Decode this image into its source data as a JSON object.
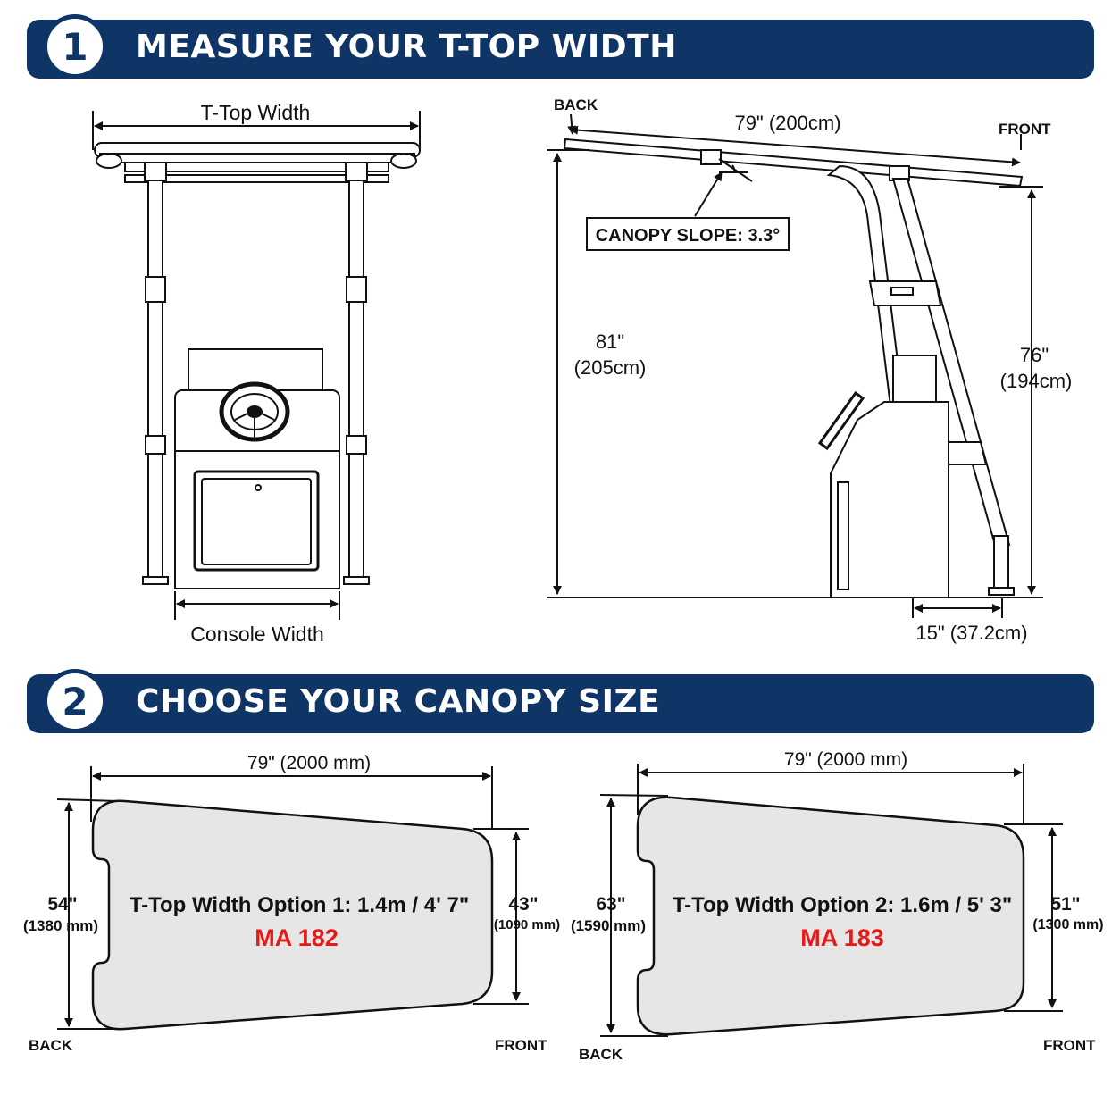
{
  "section1": {
    "number": "1",
    "title": "MEASURE YOUR T-TOP WIDTH"
  },
  "section2": {
    "number": "2",
    "title": "CHOOSE YOUR CANOPY SIZE"
  },
  "front_view": {
    "top_label": "T-Top Width",
    "bottom_label": "Console Width"
  },
  "side_view": {
    "back": "BACK",
    "front": "FRONT",
    "length": "79\" (200cm)",
    "slope": "CANOPY SLOPE: 3.3°",
    "height_back_in": "81\"",
    "height_back_cm": "(205cm)",
    "height_front_in": "76\"",
    "height_front_cm": "(194cm)",
    "base": "15\" (37.2cm)"
  },
  "canopy1": {
    "length": "79\" (2000 mm)",
    "back_in": "54\"",
    "back_mm": "(1380 mm)",
    "front_in": "43\"",
    "front_mm": "(1090 mm)",
    "option": "T-Top Width Option 1: 1.4m / 4' 7\"",
    "model": "MA 182",
    "back": "BACK",
    "front": "FRONT"
  },
  "canopy2": {
    "length": "79\" (2000 mm)",
    "back_in": "63\"",
    "back_mm": "(1590 mm)",
    "front_in": "51\"",
    "front_mm": "(1300 mm)",
    "option": "T-Top Width Option 2: 1.6m / 5' 3\"",
    "model": "MA 183",
    "back": "BACK",
    "front": "FRONT"
  },
  "colors": {
    "banner": "#0e3566",
    "model": "#e31b1b",
    "canopy_fill": "#e6e6e6"
  }
}
